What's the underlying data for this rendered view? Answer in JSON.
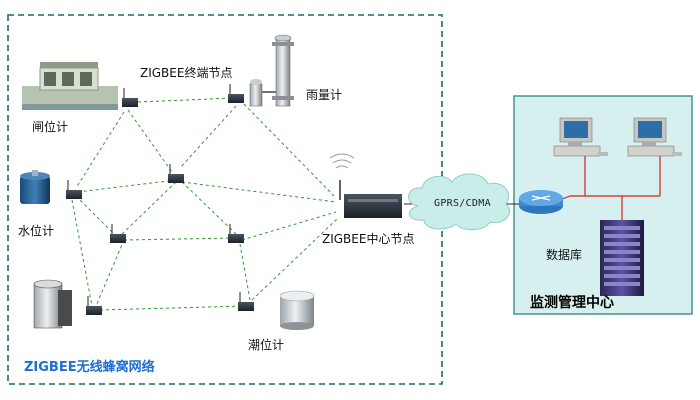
{
  "diagram": {
    "network_title": "ZIGBEE无线蜂窝网络",
    "labels": {
      "gate_gauge": "闸位计",
      "end_node": "ZIGBEE终端节点",
      "rain_gauge": "雨量计",
      "water_gauge": "水位计",
      "center_node": "ZIGBEE中心节点",
      "tide_gauge": "潮位计",
      "link": "GPRS/CDMA",
      "database": "数据库",
      "monitor_center": "监测管理中心"
    },
    "colors": {
      "network_border": "#1b6a6a",
      "mesh_line": "#2f9a2f",
      "center_panel_fill": "#d6f0ef",
      "center_panel_border": "#3a8f8c",
      "bus_line": "#d22020",
      "cloud": "#c9ede9",
      "network_title": "#1f6fd0"
    },
    "icons": {
      "node": "zigbee-node-icon",
      "gate": "gate-sluice-icon",
      "rain": "rain-gauge-icon",
      "water": "water-level-sensor-icon",
      "tide": "tide-gauge-icon",
      "center": "zigbee-coordinator-icon",
      "cloud": "cloud-icon",
      "router": "router-icon",
      "pc": "computer-icon",
      "server": "database-server-icon"
    }
  }
}
